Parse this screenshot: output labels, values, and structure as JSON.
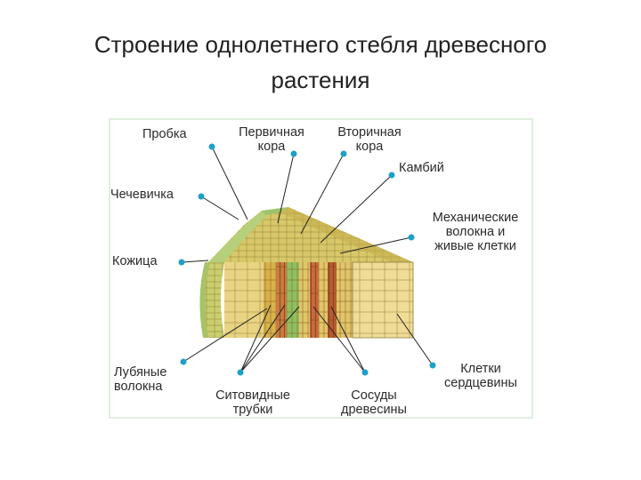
{
  "title": {
    "line1": "Строение однолетнего стебля древесного",
    "line2": "растения"
  },
  "labels": {
    "probka": "Пробка",
    "pervichnaya_kora": [
      "Первичная",
      "кора"
    ],
    "vtorichnaya_kora": [
      "Вторичная",
      "кора"
    ],
    "kambiy": "Камбий",
    "chechevichka": "Чечевичка",
    "mekhanicheskie": [
      "Механические",
      "волокна и",
      "живые клетки"
    ],
    "kozhitsa": "Кожица",
    "lubyanye": [
      "Лубяные",
      "волокна"
    ],
    "sitovidnye": [
      "Ситовидные",
      "трубки"
    ],
    "sosudy": [
      "Сосуды",
      "древесины"
    ],
    "kletki": [
      "Клетки",
      "сердцевины"
    ]
  },
  "colors": {
    "pointer_dot": "#1ea0c8",
    "leader_line": "#222222",
    "cork": "#c9cf6e",
    "epidermis": "#b5cf7a",
    "primary_cortex": "#e8d482",
    "bast": "#d9b24a",
    "cambium": "#8fc060",
    "vessels": "#c96a3c",
    "wood": "#e2c46a",
    "pith": "#efdc96"
  }
}
